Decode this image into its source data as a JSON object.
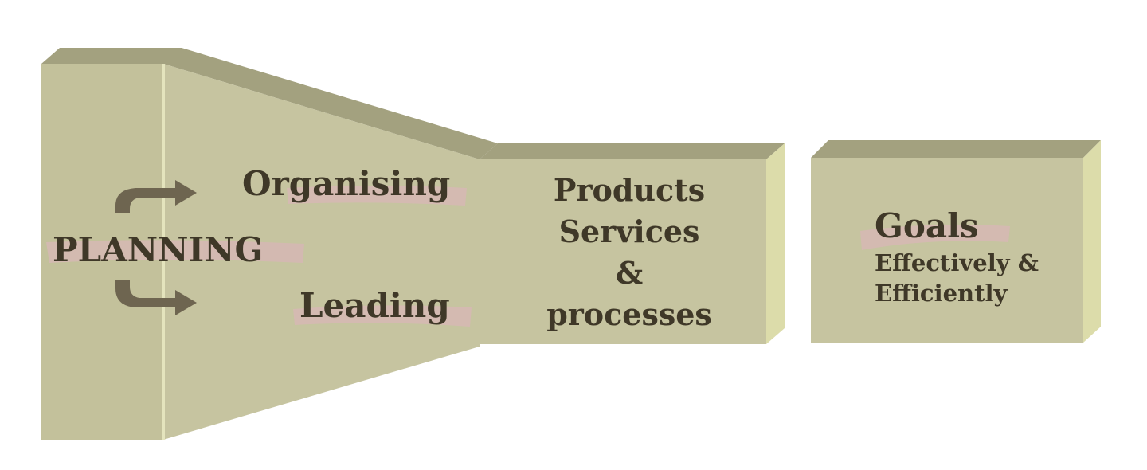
{
  "diagram": {
    "planning": "PLANNING",
    "organising": "Organising",
    "leading": "Leading",
    "products": {
      "line1": "Products",
      "line2": "Services",
      "line3": "&",
      "line4": "processes"
    },
    "goals": {
      "title": "Goals",
      "line1": "Effectively &",
      "line2": "Efficiently"
    }
  },
  "colors": {
    "face": "#c5c39d",
    "top": "#a3a17f",
    "side": "#dcdcaa",
    "text": "#3f3828",
    "highlight": "#d6b8b4",
    "arrow": "#6e6550"
  }
}
